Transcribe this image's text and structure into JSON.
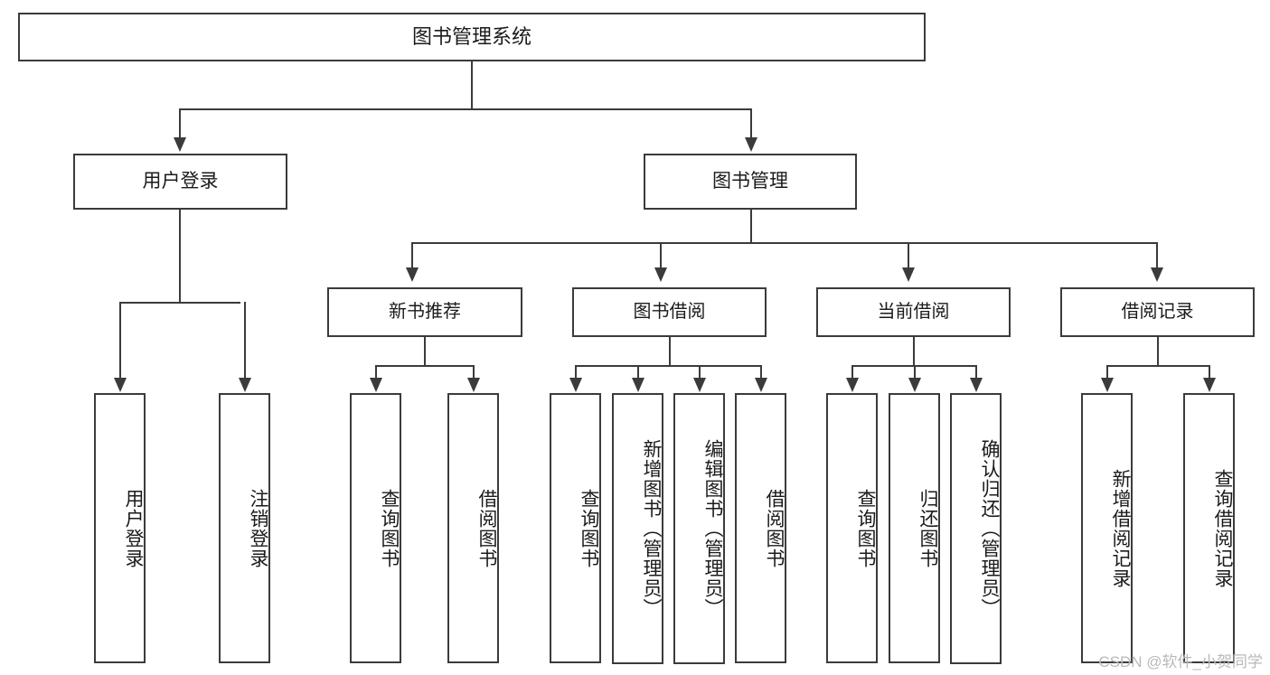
{
  "diagram": {
    "type": "tree",
    "title": "图书管理系统",
    "root": {
      "label": "图书管理系统"
    },
    "level2": [
      {
        "label": "用户登录"
      },
      {
        "label": "图书管理"
      }
    ],
    "level3": [
      {
        "label": "新书推荐"
      },
      {
        "label": "图书借阅"
      },
      {
        "label": "当前借阅"
      },
      {
        "label": "借阅记录"
      }
    ],
    "leaves": {
      "user_login": [
        {
          "label": "用户登录"
        },
        {
          "label": "注销登录"
        }
      ],
      "new_book": [
        {
          "label": "查询图书"
        },
        {
          "label": "借阅图书"
        }
      ],
      "book_borrow": [
        {
          "label": "查询图书"
        },
        {
          "label": "新增图书（管理员）"
        },
        {
          "label": "编辑图书（管理员）"
        },
        {
          "label": "借阅图书"
        }
      ],
      "current_borrow": [
        {
          "label": "查询图书"
        },
        {
          "label": "归还图书"
        },
        {
          "label": "确认归还（管理员）"
        }
      ],
      "borrow_record": [
        {
          "label": "新增借阅记录"
        },
        {
          "label": "查询借阅记录"
        }
      ]
    }
  },
  "watermark": {
    "text": "CSDN @软件_小贺同学"
  },
  "colors": {
    "stroke": "#3b3b3b",
    "background": "#ffffff",
    "text": "#1b1b1b",
    "watermark": "#b9b9b9"
  }
}
